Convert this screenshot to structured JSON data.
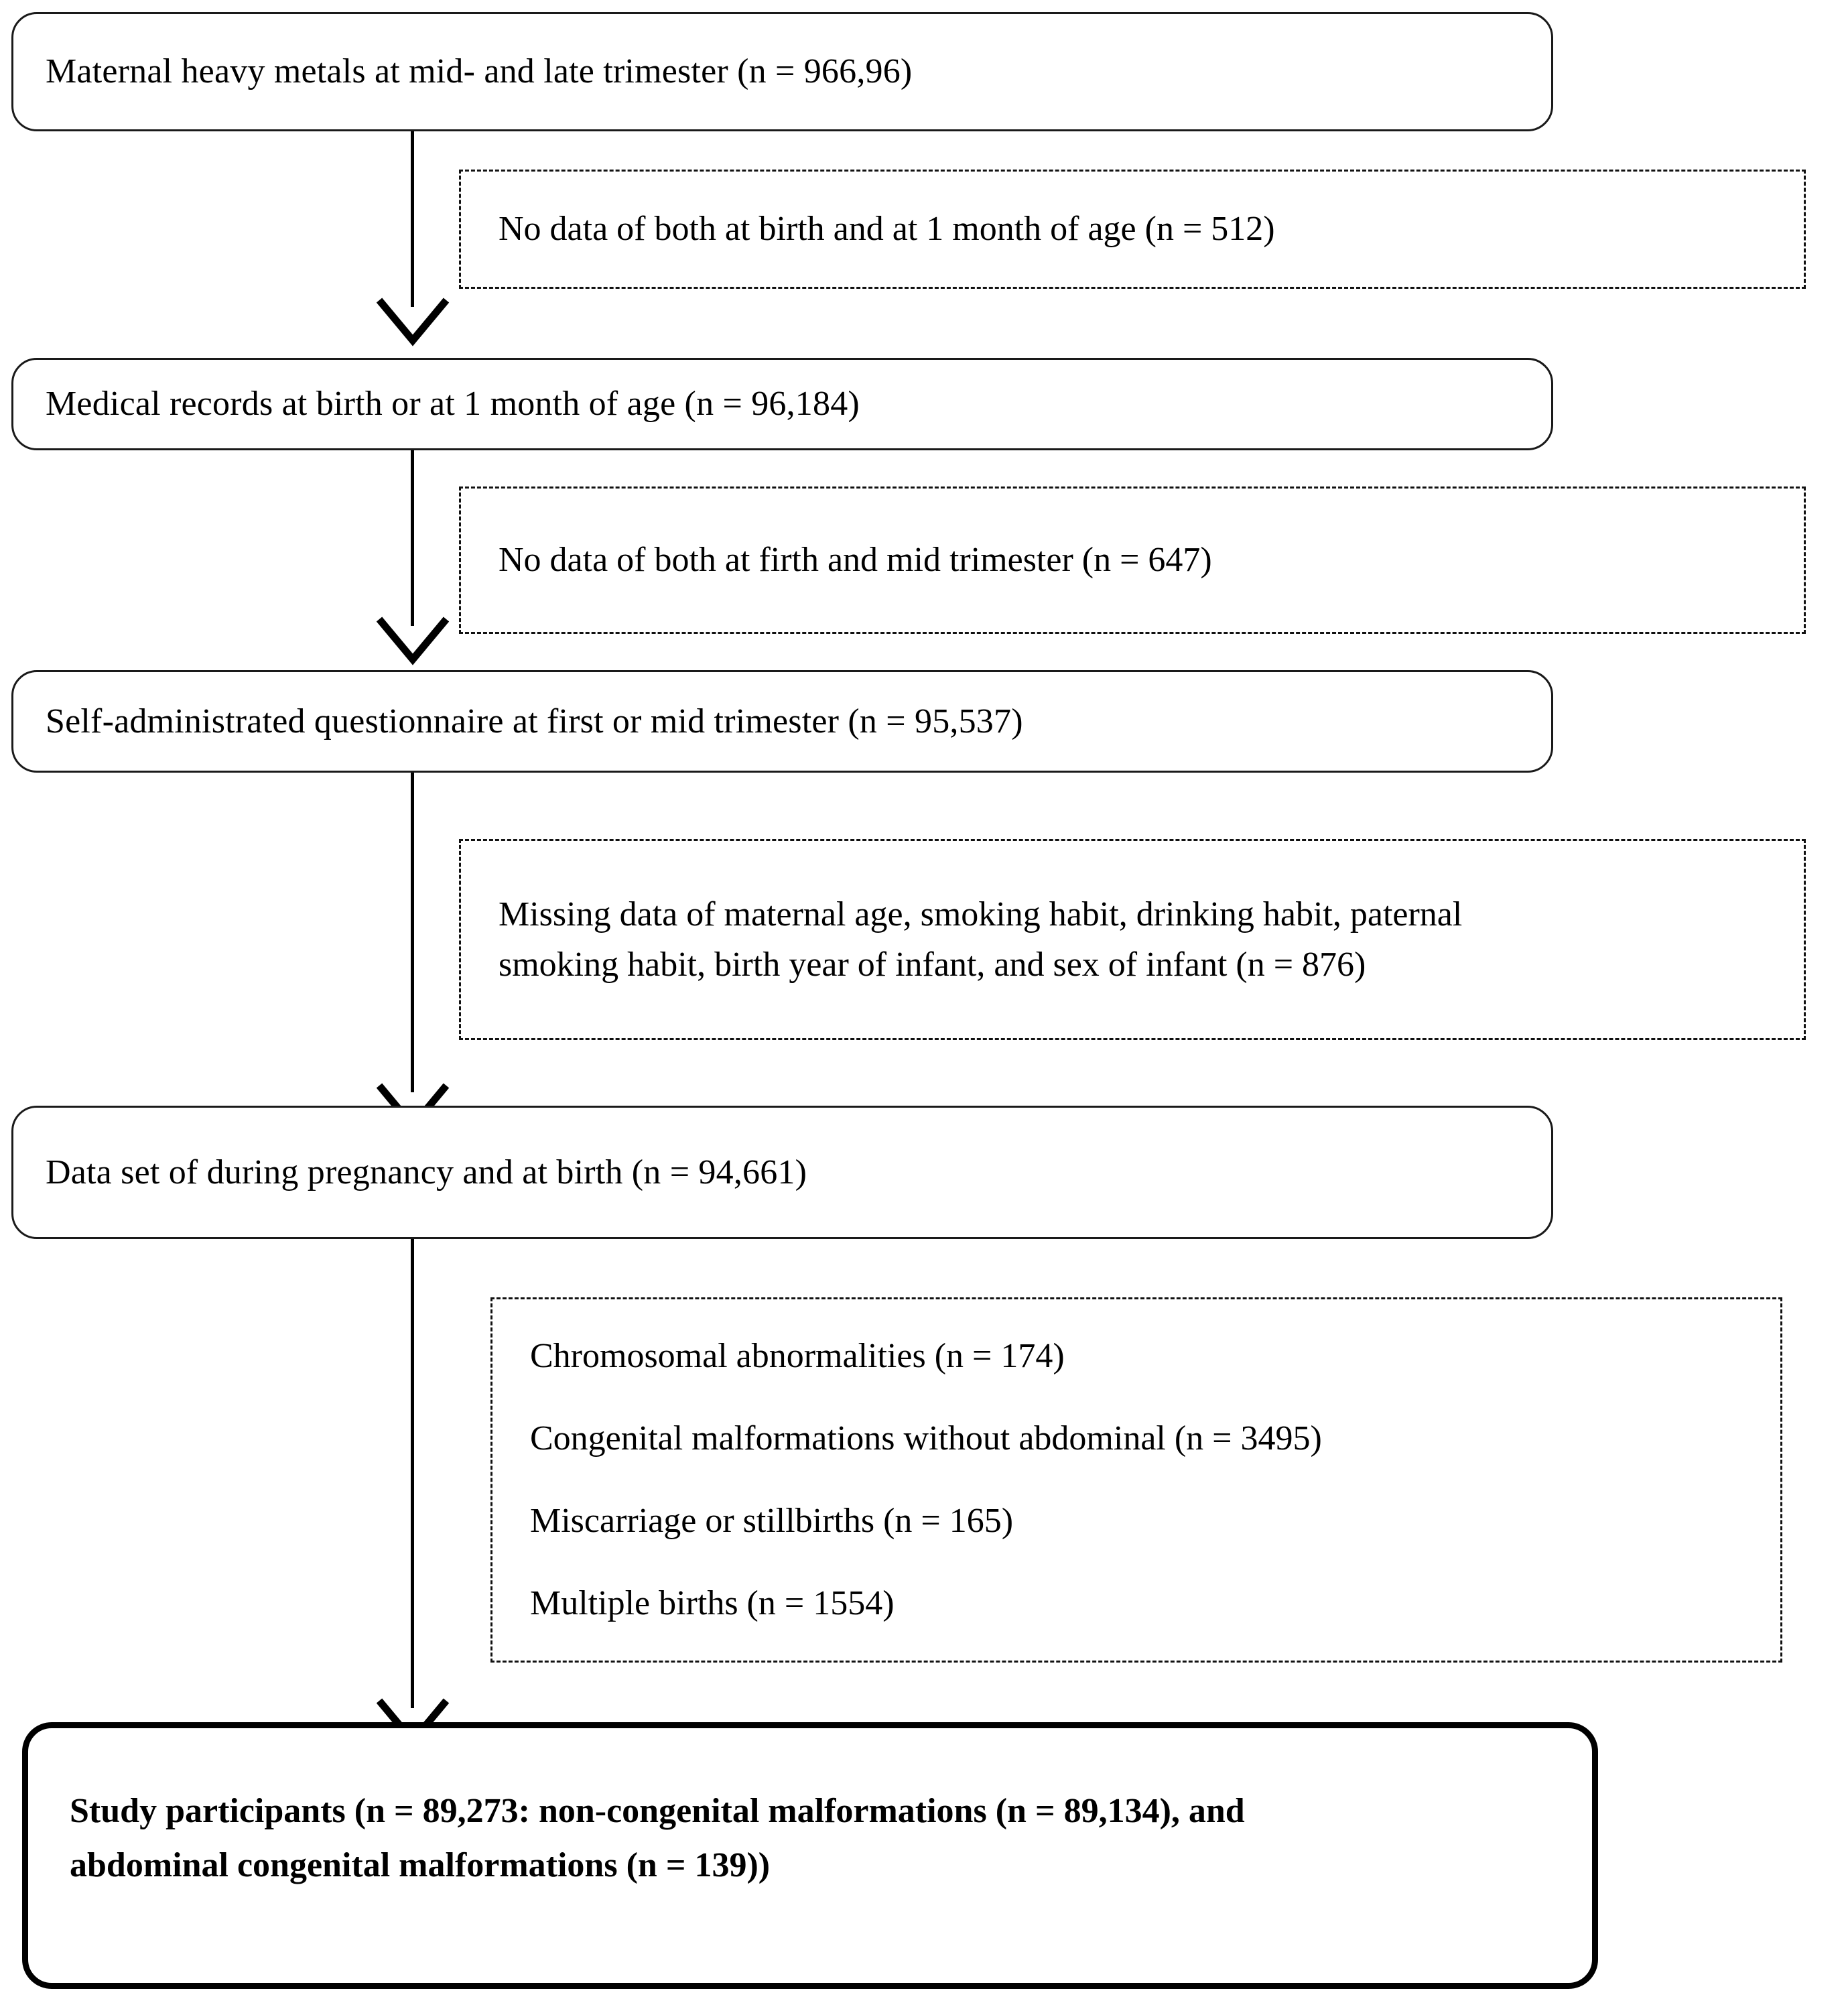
{
  "diagram": {
    "title": "Study participant selection flow chart",
    "type": "flowchart",
    "nodes": [
      {
        "id": "n1",
        "kind": "process",
        "text": "Maternal heavy metals at mid- and late trimester (n = 966,96)"
      },
      {
        "id": "n2",
        "kind": "process",
        "text": "Medical records at birth or at 1 month of age (n = 96,184)"
      },
      {
        "id": "n3",
        "kind": "process",
        "text": "Self-administrated questionnaire at first or mid trimester (n = 95,537)"
      },
      {
        "id": "n4",
        "kind": "process",
        "text": "Data set of during pregnancy and at birth (n = 94,661)"
      },
      {
        "id": "n5",
        "kind": "result",
        "line1": "Study participants (n = 89,273: non-congenital malformations (n = 89,134), and",
        "line2": "abdominal congenital malformations (n = 139))"
      }
    ],
    "exclusions": [
      {
        "id": "e1",
        "text": "No data of both at birth and at 1 month of age (n = 512)"
      },
      {
        "id": "e2",
        "text": "No data of both at firth and mid trimester (n = 647)"
      },
      {
        "id": "e3",
        "line1": "Missing data of maternal age, smoking habit, drinking habit, paternal",
        "line2": "smoking habit, birth year of infant, and sex of infant (n = 876)"
      },
      {
        "id": "e4",
        "items": [
          "Chromosomal abnormalities (n = 174)",
          "Congenital malformations without abdominal (n = 3495)",
          "Miscarriage or stillbirths (n = 165)",
          "Multiple births (n = 1554)"
        ]
      }
    ],
    "colors": {
      "box_border": "#1a1a1a",
      "final_border": "#000000",
      "dashed_border": "#111111",
      "connector": "#000000",
      "background": "#ffffff",
      "text": "#000000"
    }
  }
}
